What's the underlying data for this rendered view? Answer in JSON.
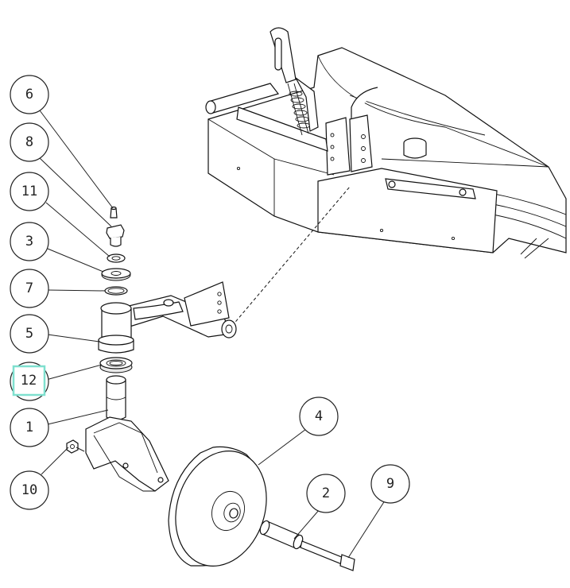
{
  "callouts": [
    {
      "label": "6"
    },
    {
      "label": "8"
    },
    {
      "label": "11"
    },
    {
      "label": "3"
    },
    {
      "label": "7"
    },
    {
      "label": "5"
    },
    {
      "label": "12",
      "highlighted": true
    },
    {
      "label": "1"
    },
    {
      "label": "10"
    },
    {
      "label": "4"
    },
    {
      "label": "2"
    },
    {
      "label": "9"
    }
  ],
  "colors": {
    "line": "#111111",
    "highlight": "#7fe0cf",
    "background": "#ffffff"
  }
}
